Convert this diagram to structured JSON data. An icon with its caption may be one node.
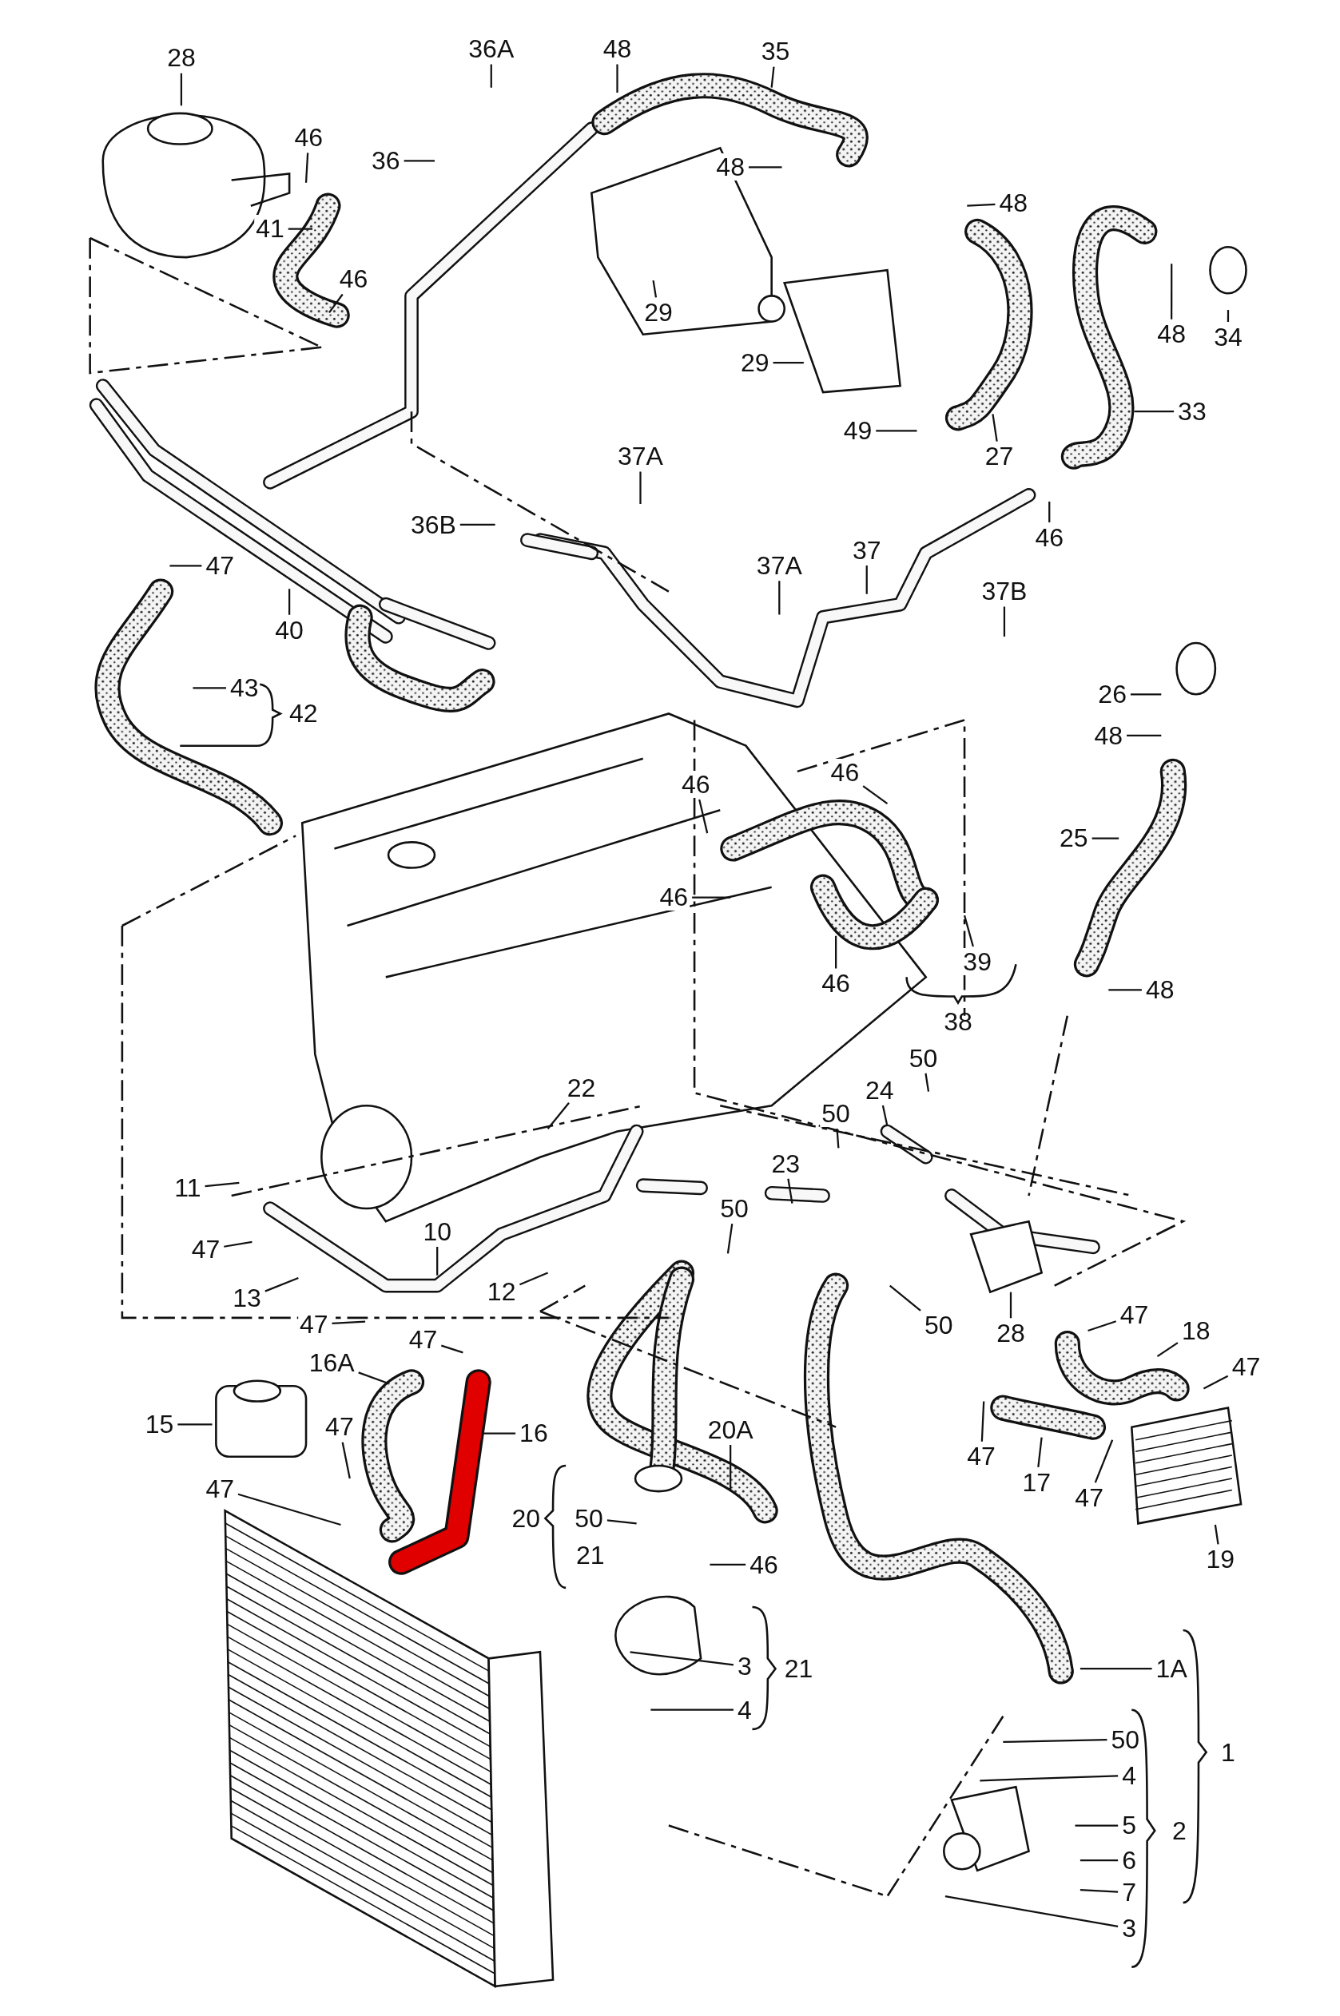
{
  "diagram": {
    "nodes": [
      {
        "text": [
          "28"
        ]
      },
      {
        "text": [
          "36A"
        ]
      },
      {
        "text": [
          "48"
        ]
      },
      {
        "text": [
          "35"
        ]
      },
      {
        "text": [
          "46"
        ]
      },
      {
        "text": [
          "36"
        ]
      },
      {
        "text": [
          "48"
        ]
      },
      {
        "text": [
          "48"
        ]
      },
      {
        "text": [
          "41"
        ]
      },
      {
        "text": [
          "46"
        ]
      },
      {
        "text": [
          "29"
        ]
      },
      {
        "text": [
          "48"
        ]
      },
      {
        "text": [
          "34"
        ]
      },
      {
        "text": [
          "29"
        ]
      },
      {
        "text": [
          "49"
        ]
      },
      {
        "text": [
          "27"
        ]
      },
      {
        "text": [
          "33"
        ]
      },
      {
        "text": [
          "37A"
        ]
      },
      {
        "text": [
          "36B"
        ]
      },
      {
        "text": [
          "46"
        ]
      },
      {
        "text": [
          "47"
        ]
      },
      {
        "text": [
          "37A"
        ]
      },
      {
        "text": [
          "37"
        ]
      },
      {
        "text": [
          "37B"
        ]
      },
      {
        "text": [
          "40"
        ]
      },
      {
        "text": [
          "43"
        ]
      },
      {
        "text": [
          "26"
        ]
      },
      {
        "text": [
          "48"
        ]
      },
      {
        "text": [
          "46"
        ]
      },
      {
        "text": [
          "46"
        ]
      },
      {
        "text": [
          "25"
        ]
      },
      {
        "text": [
          "46"
        ]
      },
      {
        "text": [
          "39"
        ]
      },
      {
        "text": [
          "46"
        ]
      },
      {
        "text": [
          "48"
        ]
      },
      {
        "text": [
          "50"
        ]
      },
      {
        "text": [
          "24"
        ]
      },
      {
        "text": [
          "22"
        ]
      },
      {
        "text": [
          "50"
        ]
      },
      {
        "text": [
          "23"
        ]
      },
      {
        "text": [
          "11"
        ]
      },
      {
        "text": [
          "50"
        ]
      },
      {
        "text": [
          "10"
        ]
      },
      {
        "text": [
          "47"
        ]
      },
      {
        "text": [
          "12"
        ]
      },
      {
        "text": [
          "13"
        ]
      },
      {
        "text": [
          "28"
        ]
      },
      {
        "text": [
          "50"
        ]
      },
      {
        "text": [
          "47"
        ]
      },
      {
        "text": [
          "18"
        ]
      },
      {
        "text": [
          "47"
        ]
      },
      {
        "text": [
          "47"
        ]
      },
      {
        "text": [
          "16A"
        ]
      },
      {
        "text": [
          "47"
        ]
      },
      {
        "text": [
          "15"
        ]
      },
      {
        "text": [
          "47"
        ]
      },
      {
        "text": [
          "16"
        ]
      },
      {
        "text": [
          "20A"
        ]
      },
      {
        "text": [
          "47"
        ]
      },
      {
        "text": [
          "47"
        ]
      },
      {
        "text": [
          "17"
        ]
      },
      {
        "text": [
          "47"
        ]
      },
      {
        "text": [
          "50"
        ]
      },
      {
        "text": [
          "46"
        ]
      },
      {
        "text": [
          "19"
        ]
      },
      {
        "text": [
          "1A"
        ]
      },
      {
        "text": [
          "3"
        ]
      },
      {
        "text": [
          "4"
        ]
      },
      {
        "text": [
          "50"
        ]
      },
      {
        "text": [
          "4"
        ]
      },
      {
        "text": [
          "5"
        ]
      },
      {
        "text": [
          "6"
        ]
      },
      {
        "text": [
          "7"
        ]
      },
      {
        "text": [
          "3"
        ]
      }
    ],
    "edges": [
      {
        "from": 0,
        "to": null,
        "arrow": "none"
      },
      {
        "from": 1,
        "to": null,
        "arrow": "none"
      },
      {
        "from": 2,
        "to": null,
        "arrow": "none"
      },
      {
        "from": 3,
        "to": null,
        "arrow": "none"
      },
      {
        "from": 4,
        "to": null,
        "arrow": "none"
      },
      {
        "from": 5,
        "to": null,
        "arrow": "none"
      },
      {
        "from": 6,
        "to": null,
        "arrow": "none"
      },
      {
        "from": 7,
        "to": null,
        "arrow": "none"
      },
      {
        "from": 8,
        "to": null,
        "arrow": "none"
      },
      {
        "from": 9,
        "to": null,
        "arrow": "none"
      },
      {
        "from": 10,
        "to": null,
        "arrow": "none"
      },
      {
        "from": 11,
        "to": null,
        "arrow": "none"
      },
      {
        "from": 12,
        "to": null,
        "arrow": "none"
      },
      {
        "from": 13,
        "to": null,
        "arrow": "none"
      },
      {
        "from": 14,
        "to": null,
        "arrow": "none"
      },
      {
        "from": 15,
        "to": null,
        "arrow": "none"
      },
      {
        "from": 16,
        "to": null,
        "arrow": "none"
      },
      {
        "from": 17,
        "to": null,
        "arrow": "none"
      },
      {
        "from": 18,
        "to": null,
        "arrow": "none"
      },
      {
        "from": 19,
        "to": null,
        "arrow": "none"
      },
      {
        "from": 20,
        "to": null,
        "arrow": "none"
      },
      {
        "from": 21,
        "to": null,
        "arrow": "none"
      },
      {
        "from": 22,
        "to": null,
        "arrow": "none"
      },
      {
        "from": 23,
        "to": null,
        "arrow": "none"
      },
      {
        "from": 24,
        "to": null,
        "arrow": "none"
      },
      {
        "from": 25,
        "to": null,
        "arrow": "none"
      },
      {
        "from": 26,
        "to": null,
        "arrow": "none"
      },
      {
        "from": 27,
        "to": null,
        "arrow": "none"
      },
      {
        "from": 28,
        "to": null,
        "arrow": "none"
      },
      {
        "from": 29,
        "to": null,
        "arrow": "none"
      },
      {
        "from": 30,
        "to": null,
        "arrow": "none"
      },
      {
        "from": 31,
        "to": null,
        "arrow": "none"
      },
      {
        "from": 32,
        "to": null,
        "arrow": "none"
      },
      {
        "from": 33,
        "to": null,
        "arrow": "none"
      },
      {
        "from": 34,
        "to": null,
        "arrow": "none"
      },
      {
        "from": 35,
        "to": null,
        "arrow": "none"
      },
      {
        "from": 36,
        "to": null,
        "arrow": "none"
      },
      {
        "from": 37,
        "to": null,
        "arrow": "none"
      },
      {
        "from": 38,
        "to": null,
        "arrow": "none"
      },
      {
        "from": 39,
        "to": null,
        "arrow": "none"
      },
      {
        "from": 40,
        "to": null,
        "arrow": "none"
      },
      {
        "from": 41,
        "to": null,
        "arrow": "none"
      },
      {
        "from": 42,
        "to": null,
        "arrow": "none"
      },
      {
        "from": 43,
        "to": null,
        "arrow": "none"
      },
      {
        "from": 44,
        "to": null,
        "arrow": "none"
      },
      {
        "from": 45,
        "to": null,
        "arrow": "none"
      },
      {
        "from": 46,
        "to": null,
        "arrow": "none"
      },
      {
        "from": 47,
        "to": null,
        "arrow": "none"
      },
      {
        "from": 48,
        "to": null,
        "arrow": "none"
      },
      {
        "from": 49,
        "to": null,
        "arrow": "none"
      },
      {
        "from": 50,
        "to": null,
        "arrow": "none"
      },
      {
        "from": 51,
        "to": null,
        "arrow": "none"
      },
      {
        "from": 52,
        "to": null,
        "arrow": "none"
      },
      {
        "from": 53,
        "to": null,
        "arrow": "none"
      },
      {
        "from": 54,
        "to": null,
        "arrow": "none"
      },
      {
        "from": 55,
        "to": null,
        "arrow": "none"
      },
      {
        "from": 56,
        "to": null,
        "arrow": "none"
      },
      {
        "from": 57,
        "to": null,
        "arrow": "none"
      },
      {
        "from": 58,
        "to": null,
        "arrow": "none"
      },
      {
        "from": 59,
        "to": null,
        "arrow": "none"
      },
      {
        "from": 60,
        "to": null,
        "arrow": "none"
      },
      {
        "from": 61,
        "to": null,
        "arrow": "none"
      },
      {
        "from": 62,
        "to": null,
        "arrow": "none"
      },
      {
        "from": 63,
        "to": null,
        "arrow": "none"
      },
      {
        "from": 64,
        "to": null,
        "arrow": "none"
      },
      {
        "from": 65,
        "to": null,
        "arrow": "none"
      },
      {
        "from": 66,
        "to": null,
        "arrow": "none"
      },
      {
        "from": 67,
        "to": null,
        "arrow": "none"
      },
      {
        "from": 68,
        "to": null,
        "arrow": "none"
      },
      {
        "from": 69,
        "to": null,
        "arrow": "none"
      },
      {
        "from": 70,
        "to": null,
        "arrow": "none"
      },
      {
        "from": 71,
        "to": null,
        "arrow": "none"
      },
      {
        "from": 72,
        "to": null,
        "arrow": "none"
      },
      {
        "from": 73,
        "to": null,
        "arrow": "none"
      }
    ],
    "labels": [
      "42",
      "38",
      "20",
      "21",
      "21",
      "1",
      "2"
    ]
  }
}
